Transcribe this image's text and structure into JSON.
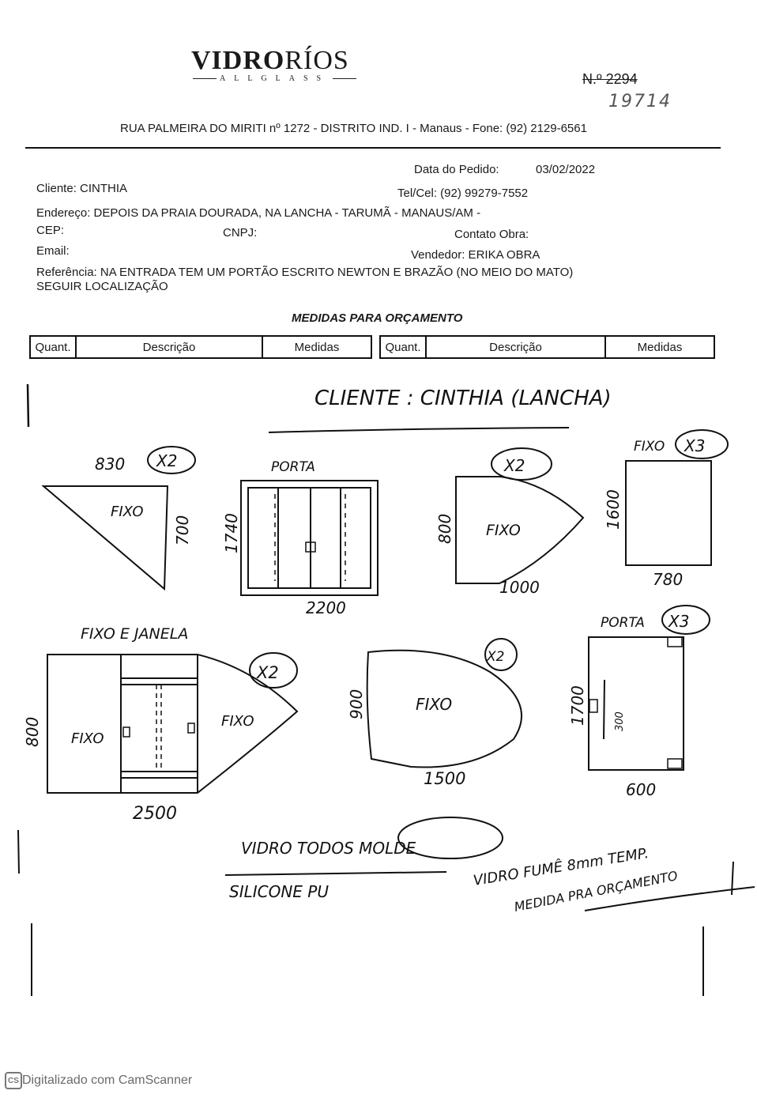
{
  "header": {
    "logo_main": "VIDRO",
    "logo_main2": "RÍOS",
    "logo_sub": "ALLGLASS",
    "order_number_printed": "N.º 2294",
    "order_number_hand": "19714",
    "address": "RUA PALMEIRA DO MIRITI nº 1272 - DISTRITO IND. I - Manaus - Fone: (92) 2129-6561"
  },
  "form": {
    "data_pedido_label": "Data do Pedido:",
    "data_pedido_value": "03/02/2022",
    "cliente": "Cliente: CINTHIA",
    "telcel": "Tel/Cel: (92) 99279-7552",
    "endereco": "Endereço: DEPOIS DA PRAIA DOURADA, NA LANCHA - TARUMÃ - MANAUS/AM -",
    "cep": "CEP:",
    "cnpj": "CNPJ:",
    "contato_obra": "Contato Obra:",
    "email": "Email:",
    "vendedor": "Vendedor: ERIKA OBRA",
    "referencia_1": "Referência: NA ENTRADA TEM UM PORTÃO ESCRITO NEWTON E BRAZÃO (NO MEIO DO MATO)",
    "referencia_2": "SEGUIR LOCALIZAÇÃO"
  },
  "section_title": "MEDIDAS PARA ORÇAMENTO",
  "table_headers": {
    "left": [
      "Quant.",
      "Descrição",
      "Medidas"
    ],
    "right": [
      "Quant.",
      "Descrição",
      "Medidas"
    ]
  },
  "sketch": {
    "title": "CLIENTE : CINTHIA (LANCHA)",
    "triangle": {
      "qty": "X2",
      "dim_top": "830",
      "dim_side": "700",
      "label": "FIXO"
    },
    "door1": {
      "label": "PORTA",
      "dim_side": "1740",
      "dim_bottom": "2200"
    },
    "shield1": {
      "qty": "X2",
      "dim_side": "800",
      "dim_bottom": "1000",
      "label": "FIXO"
    },
    "rect1": {
      "label": "FIXO",
      "qty": "X3",
      "dim_side": "1600",
      "dim_bottom": "780"
    },
    "bigpanel": {
      "label": "FIXO E JANELA",
      "qty": "X2",
      "dim_side": "800",
      "dim_bottom": "2500",
      "left_label": "FIXO",
      "right_label": "FIXO"
    },
    "shield2": {
      "qty": "X2",
      "dim_side": "900",
      "dim_bottom": "1500",
      "label": "FIXO"
    },
    "door2": {
      "label": "PORTA",
      "qty": "X3",
      "dim_side": "1700",
      "dim_inner": "300",
      "dim_bottom": "600"
    },
    "notes": {
      "vidro": "VIDRO TODOS MOLDE",
      "silicone": "SILICONE PU",
      "vidro_fume": "VIDRO FUMÊ 8mm TEMP.",
      "medida": "MEDIDA PRA ORÇAMENTO"
    }
  },
  "footer": {
    "cs": "CS",
    "scanner": "Digitalizado com CamScanner"
  }
}
